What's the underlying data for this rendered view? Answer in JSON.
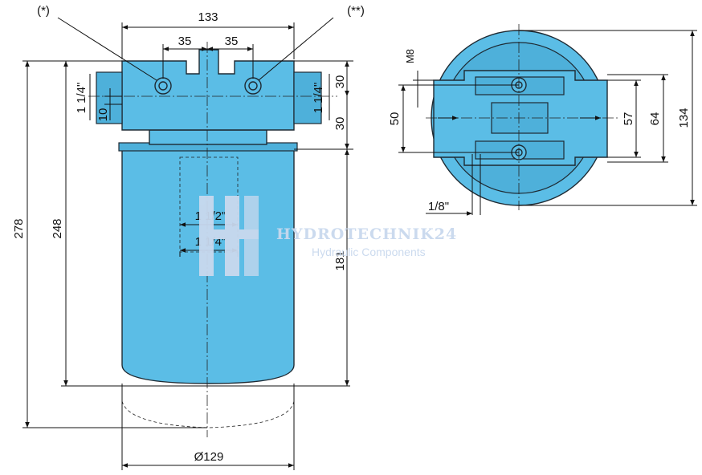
{
  "front_view": {
    "width_label": "133",
    "spacing_left_label": "35",
    "spacing_right_label": "35",
    "port_left_label": "1 1/4\"",
    "port_right_label": "1 1/4\"",
    "offset_label": "10",
    "port_top_label": "30",
    "port_bottom_label": "30",
    "total_height_label": "278",
    "body_height_label": "248",
    "bowl_height_label": "181",
    "inner_upper_label": "1 1/2\"",
    "inner_lower_label": "1 1/4\"",
    "diameter_label": "Ø129",
    "callout_single": "(*)",
    "callout_double": "(**)"
  },
  "top_view": {
    "thread_label": "M8",
    "width_left_label": "50",
    "width_57_label": "57",
    "width_64_label": "64",
    "diameter_label": "134",
    "gauge_port_label": "1/8\""
  },
  "watermark": {
    "brand": "HYDROTECHNIK24",
    "tagline": "Hydraulic Components"
  },
  "colors": {
    "body_fill": "#5bbde6",
    "outline": "#1e2a33",
    "watermark": "#c9d9ee"
  }
}
